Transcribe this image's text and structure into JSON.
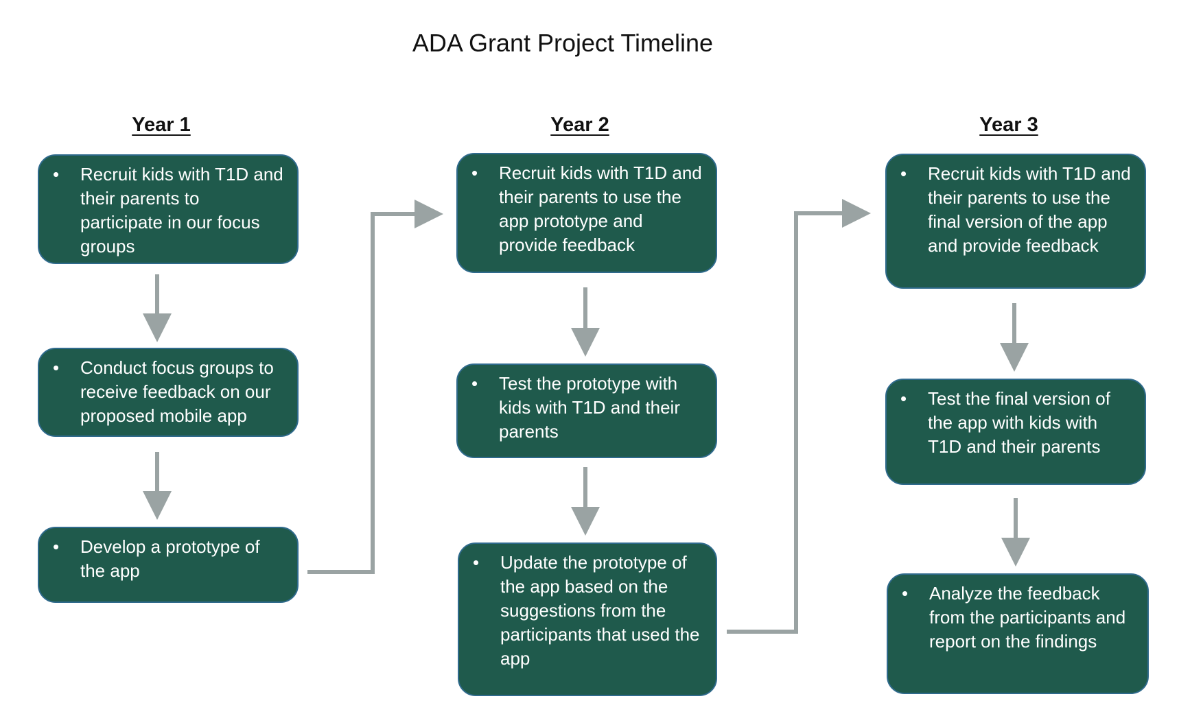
{
  "title": "ADA Grant Project Timeline",
  "columns": [
    {
      "heading": "Year 1",
      "steps": [
        "Recruit kids with T1D and their parents to participate in our focus groups",
        "Conduct focus groups to receive feedback on our proposed mobile app",
        "Develop a prototype of the app"
      ]
    },
    {
      "heading": "Year 2",
      "steps": [
        "Recruit kids with T1D and their parents to use the app prototype and provide feedback",
        "Test the prototype with kids with T1D and their parents",
        "Update the prototype of the app based on the suggestions from the participants that used the app"
      ]
    },
    {
      "heading": "Year 3",
      "steps": [
        "Recruit kids with T1D and their parents to use the final version of the app and provide feedback",
        "Test the final version of the app with kids with T1D and their parents",
        "Analyze the feedback from the participants and report on the findings"
      ]
    }
  ],
  "colors": {
    "box_fill": "#1f5a4c",
    "box_border": "#2f6a8c",
    "arrow": "#9aa3a3",
    "text_on_box": "#ffffff"
  }
}
